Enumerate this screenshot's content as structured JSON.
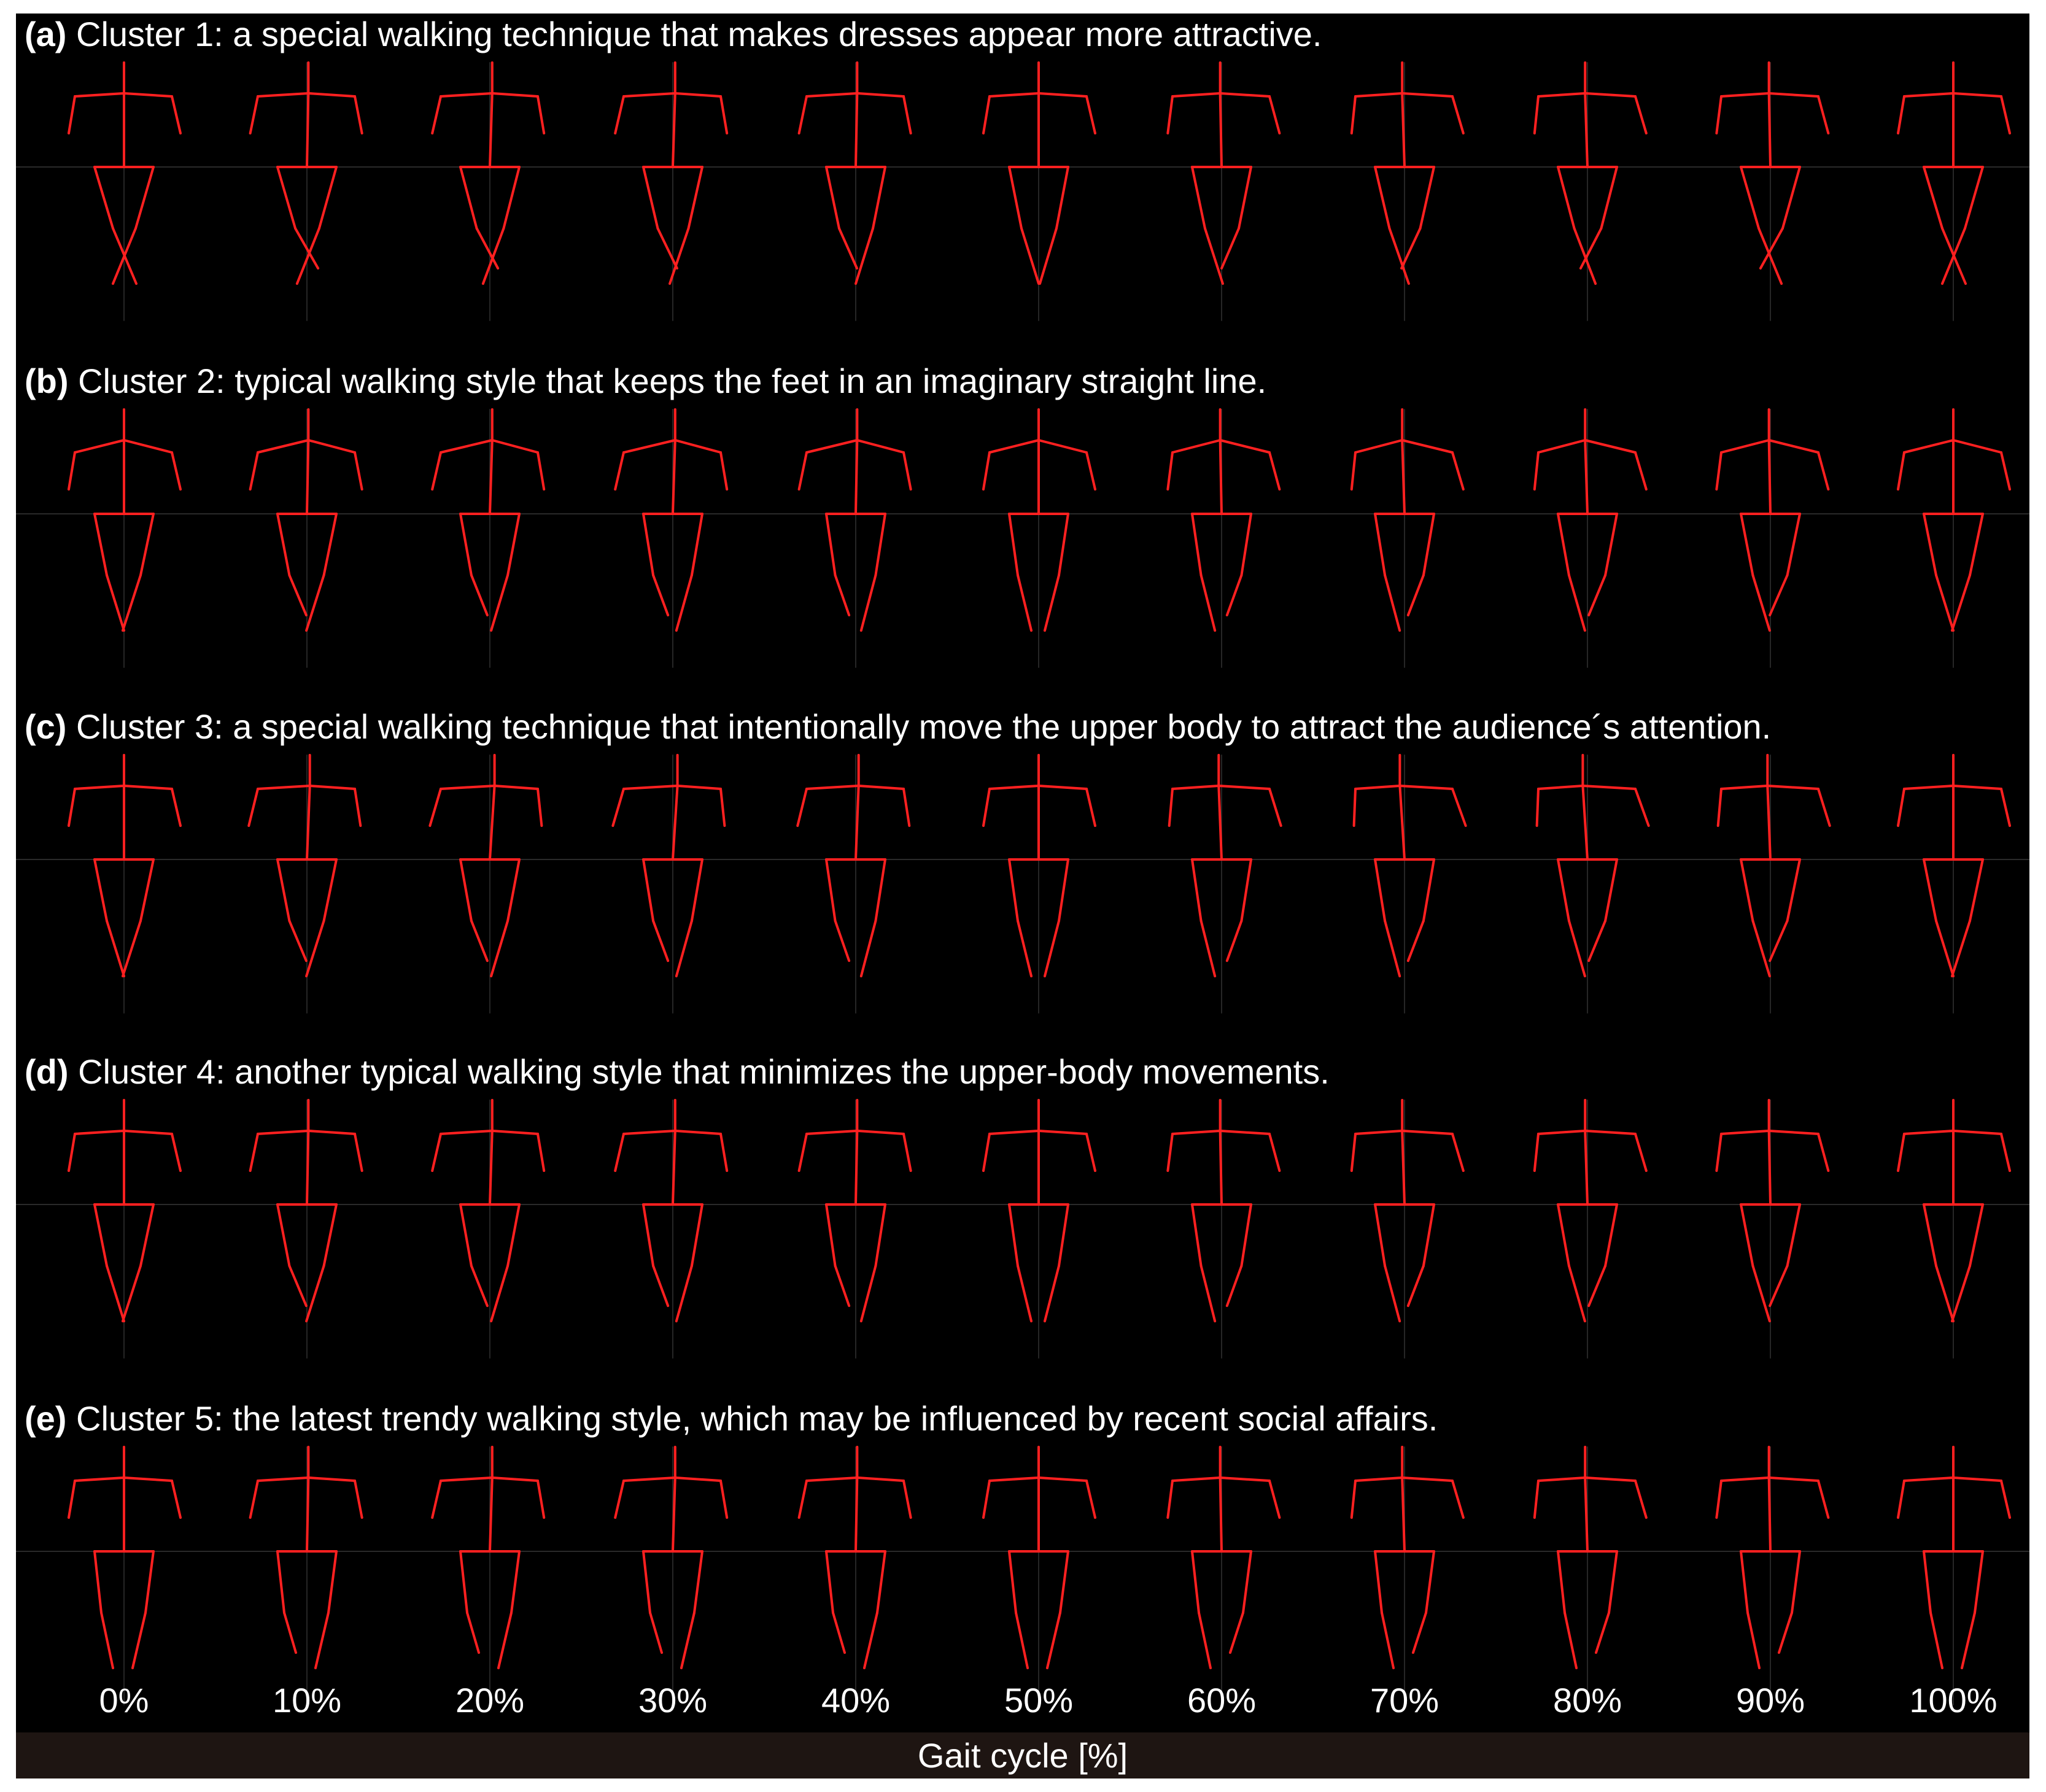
{
  "figure": {
    "panels": [
      {
        "tag": "(a)",
        "text": " Cluster 1: a special walking technique that makes dresses appear more attractive.",
        "leg_style": "cross"
      },
      {
        "tag": "(b)",
        "text": " Cluster 2: typical walking style that keeps the feet in an imaginary straight line.",
        "leg_style": "line"
      },
      {
        "tag": "(c)",
        "text": " Cluster 3: a special walking technique that intentionally move the upper body to attract the audience´s attention.",
        "leg_style": "line"
      },
      {
        "tag": "(d)",
        "text": " Cluster 4: another typical walking style that minimizes the upper-body movements.",
        "leg_style": "line"
      },
      {
        "tag": "(e)",
        "text": " Cluster 5: the latest trendy walking style, which may be influenced by recent social affairs.",
        "leg_style": "parallel"
      }
    ],
    "gait_cycle_ticks": [
      "0%",
      "10%",
      "20%",
      "30%",
      "40%",
      "50%",
      "60%",
      "70%",
      "80%",
      "90%",
      "100%"
    ],
    "x_axis_title": "Gait cycle [%]",
    "colors": {
      "skeleton": "#ff2020",
      "background": "#000000",
      "axis_bar": "#1e1512",
      "text": "#ffffff"
    }
  }
}
